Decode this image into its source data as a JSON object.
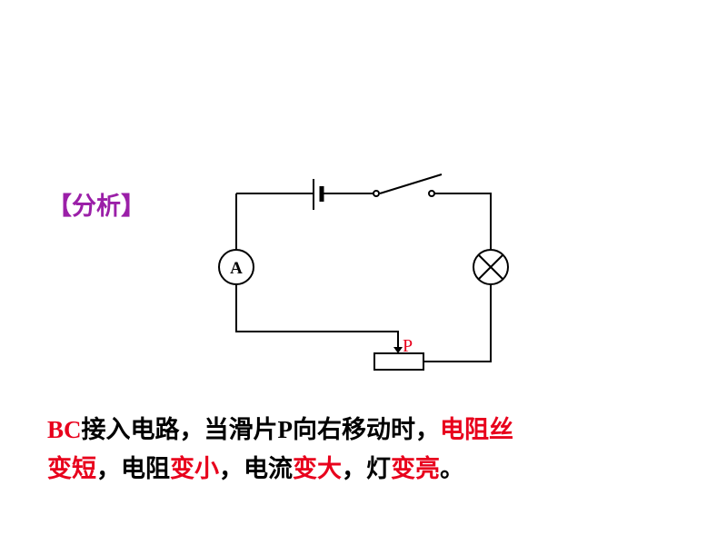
{
  "analysis_label": "【分析】",
  "circuit": {
    "ammeter_label": "A",
    "slider_label": "P"
  },
  "paragraph": {
    "line1": [
      {
        "text": "BC",
        "color": "#e8001c"
      },
      {
        "text": "接入电路，当滑片",
        "color": "#000000"
      },
      {
        "text": "P",
        "color": "#000000"
      },
      {
        "text": "向右移动时，",
        "color": "#000000"
      },
      {
        "text": "电阻丝",
        "color": "#e8001c"
      }
    ],
    "line2": [
      {
        "text": "变短",
        "color": "#e8001c"
      },
      {
        "text": "，电阻",
        "color": "#000000"
      },
      {
        "text": "变小",
        "color": "#e8001c"
      },
      {
        "text": "，电流",
        "color": "#000000"
      },
      {
        "text": "变大",
        "color": "#e8001c"
      },
      {
        "text": "，灯",
        "color": "#000000"
      },
      {
        "text": "变亮",
        "color": "#e8001c"
      },
      {
        "text": "。",
        "color": "#000000"
      }
    ]
  },
  "colors": {
    "accent_purple": "#9b1fa8",
    "highlight_red": "#e8001c",
    "slider_label_red": "#e8001c"
  }
}
